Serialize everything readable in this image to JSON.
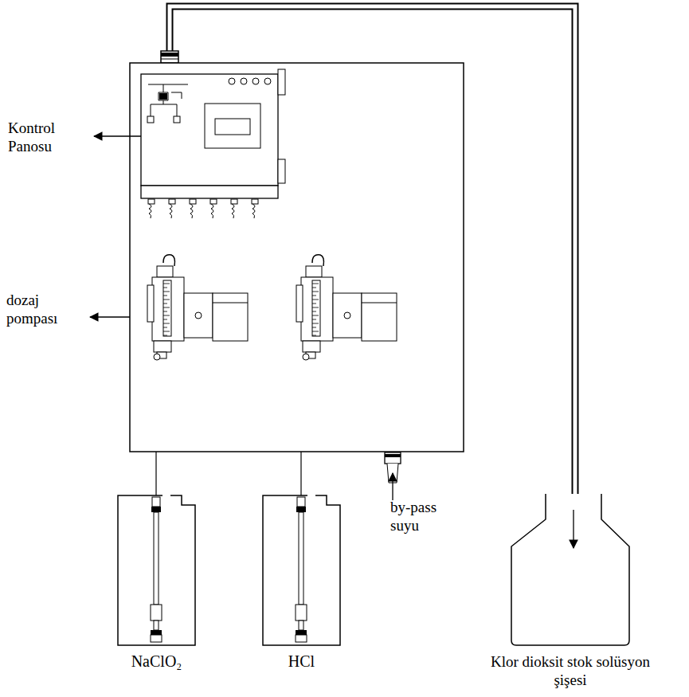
{
  "diagram": {
    "nodes": [
      {
        "text": [
          "NaClO₂"
        ]
      },
      {
        "text": [
          "HCl"
        ]
      },
      {
        "text": [
          "Klor dioksit stok solüsyon şişesi"
        ]
      }
    ],
    "labels": [
      "Kontrol Panosu",
      "dozaj pompası",
      "by-pass suyu"
    ]
  }
}
